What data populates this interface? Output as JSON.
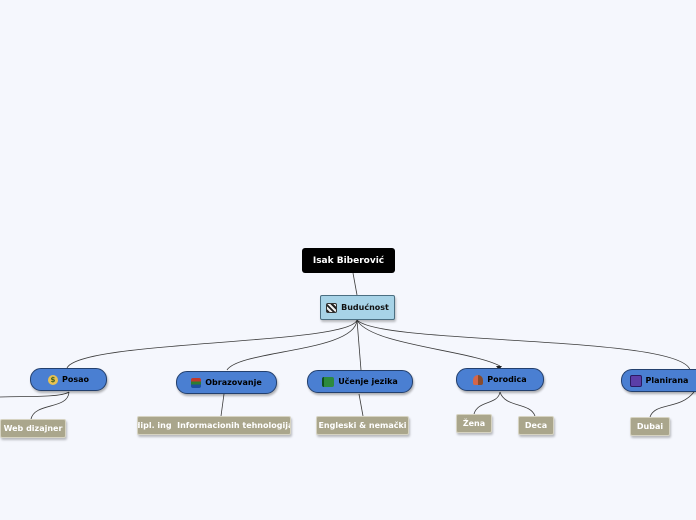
{
  "root": {
    "label": "Isak Biberović"
  },
  "central": {
    "label": "Budućnost",
    "icon": "checkered-flag-icon"
  },
  "branches": [
    {
      "id": "posao",
      "label": "Posao",
      "icon": "money-bag-icon",
      "children": [
        {
          "label": "Web dizajner"
        }
      ]
    },
    {
      "id": "obrazovanje",
      "label": "Obrazovanje",
      "icon": "books-icon",
      "children": [
        {
          "label": "dipl. ing  Informacionih tehnologija"
        }
      ]
    },
    {
      "id": "ucenje",
      "label": "Učenje jezika",
      "icon": "green-book-icon",
      "children": [
        {
          "label": "Engleski & nemački"
        }
      ]
    },
    {
      "id": "porodica",
      "label": "Porodica",
      "icon": "family-icon",
      "children": [
        {
          "label": "Žena"
        },
        {
          "label": "Deca"
        }
      ]
    },
    {
      "id": "planirana",
      "label": "Planirana",
      "icon": "calendar-icon",
      "children": [
        {
          "label": "Dubai"
        }
      ]
    }
  ],
  "colors": {
    "background": "#f5f7fd",
    "main_topic": "#4a7fd2",
    "central_topic": "#a7d3e7",
    "subtopic": "#aaa68c",
    "connector": "#3a3a3a"
  }
}
